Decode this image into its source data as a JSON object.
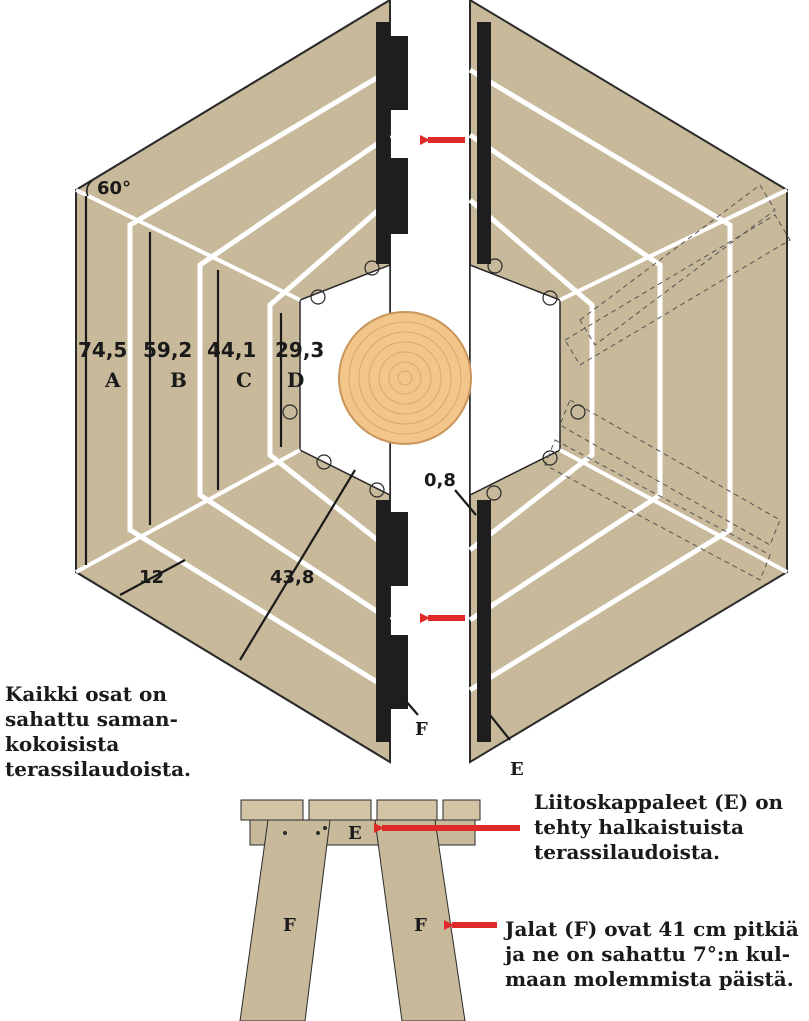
{
  "angle_label": "60°",
  "dimensions": {
    "a_length": "74,5",
    "b_length": "59,2",
    "c_length": "44,1",
    "d_length": "29,3",
    "board_width": "12",
    "half_width": "43,8",
    "gap": "0,8"
  },
  "part_letters": {
    "a": "A",
    "b": "B",
    "c": "C",
    "d": "D",
    "e": "E",
    "f": "F"
  },
  "notes": {
    "all_parts": "Kaikki osat on\nsahattu saman-\nkokoisista\nterassilaudoista.",
    "connectors": "Liitoskappaleet (E) on\ntehty halkaistuista\nterassilaudoista.",
    "legs": "Jalat (F) ovat 41 cm pitkiä\nja ne on sahattu 7°:n kul-\nmaan molemmista päistä."
  },
  "colors": {
    "wood": "#c7b99a",
    "outline": "#2a2a2a",
    "connector": "#1e1e1e",
    "arrow": "#e02a2a",
    "log": "#f2c58a"
  }
}
